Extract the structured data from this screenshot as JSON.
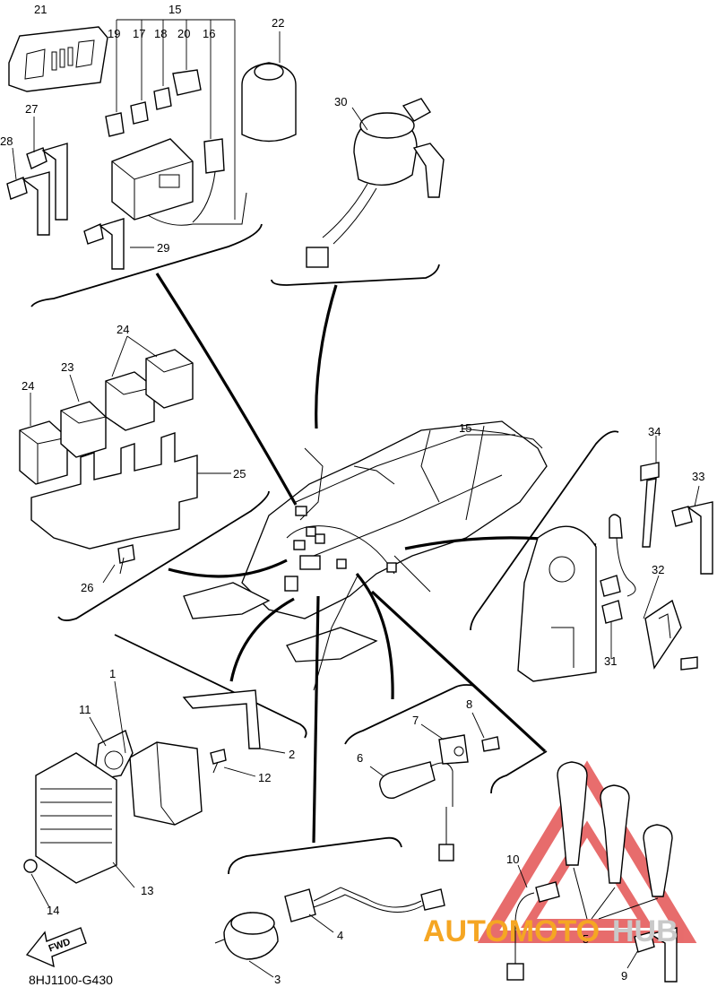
{
  "diagram": {
    "code": "8HJ1100-G430",
    "fwd_label": "FWD",
    "watermark": {
      "text_left": "AUTOMOTO",
      "text_right": "HUB",
      "color_left": "#f5a623",
      "color_right": "#c9c9c9",
      "logo_color": "#e03c3c"
    },
    "callouts": {
      "p1": "1",
      "p2": "2",
      "p3": "3",
      "p4": "4",
      "p5": "5",
      "p6": "6",
      "p7": "7",
      "p8": "8",
      "p9": "9",
      "p10": "10",
      "p11": "11",
      "p12": "12",
      "p13": "13",
      "p14": "14",
      "p15": "15",
      "p15b": "15",
      "p16": "16",
      "p17": "17",
      "p18": "18",
      "p19": "19",
      "p20": "20",
      "p21": "21",
      "p22": "22",
      "p23": "23",
      "p24": "24",
      "p24b": "24",
      "p25": "25",
      "p26": "26",
      "p27": "27",
      "p28": "28",
      "p29": "29",
      "p30": "30",
      "p31": "31",
      "p32": "32",
      "p33": "33",
      "p34": "34"
    }
  }
}
